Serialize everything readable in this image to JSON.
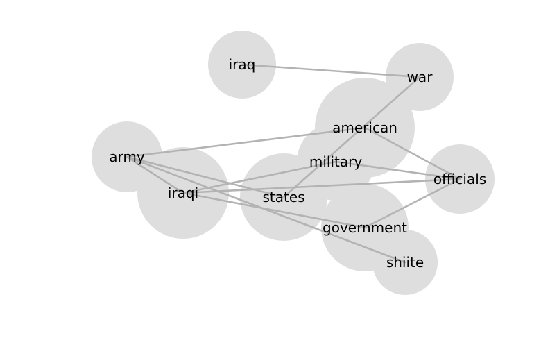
{
  "graph": {
    "nodes": [
      {
        "id": "iraq_top",
        "label": "iraq"
      },
      {
        "id": "war",
        "label": "war"
      },
      {
        "id": "american",
        "label": "american"
      },
      {
        "id": "army",
        "label": "army"
      },
      {
        "id": "military",
        "label": "military"
      },
      {
        "id": "officials",
        "label": "officials"
      },
      {
        "id": "iraqi",
        "label": "iraqi"
      },
      {
        "id": "states",
        "label": "states"
      },
      {
        "id": "government",
        "label": "government"
      },
      {
        "id": "shiite",
        "label": "shiite"
      }
    ],
    "edges": [
      {
        "source": "iraq_top",
        "target": "war"
      },
      {
        "source": "war",
        "target": "states"
      },
      {
        "source": "american",
        "target": "army"
      },
      {
        "source": "american",
        "target": "officials"
      },
      {
        "source": "army",
        "target": "iraqi"
      },
      {
        "source": "army",
        "target": "states"
      },
      {
        "source": "army",
        "target": "shiite"
      },
      {
        "source": "military",
        "target": "officials"
      },
      {
        "source": "military",
        "target": "iraqi"
      },
      {
        "source": "iraqi",
        "target": "officials"
      },
      {
        "source": "iraqi",
        "target": "government"
      },
      {
        "source": "government",
        "target": "officials"
      }
    ]
  }
}
